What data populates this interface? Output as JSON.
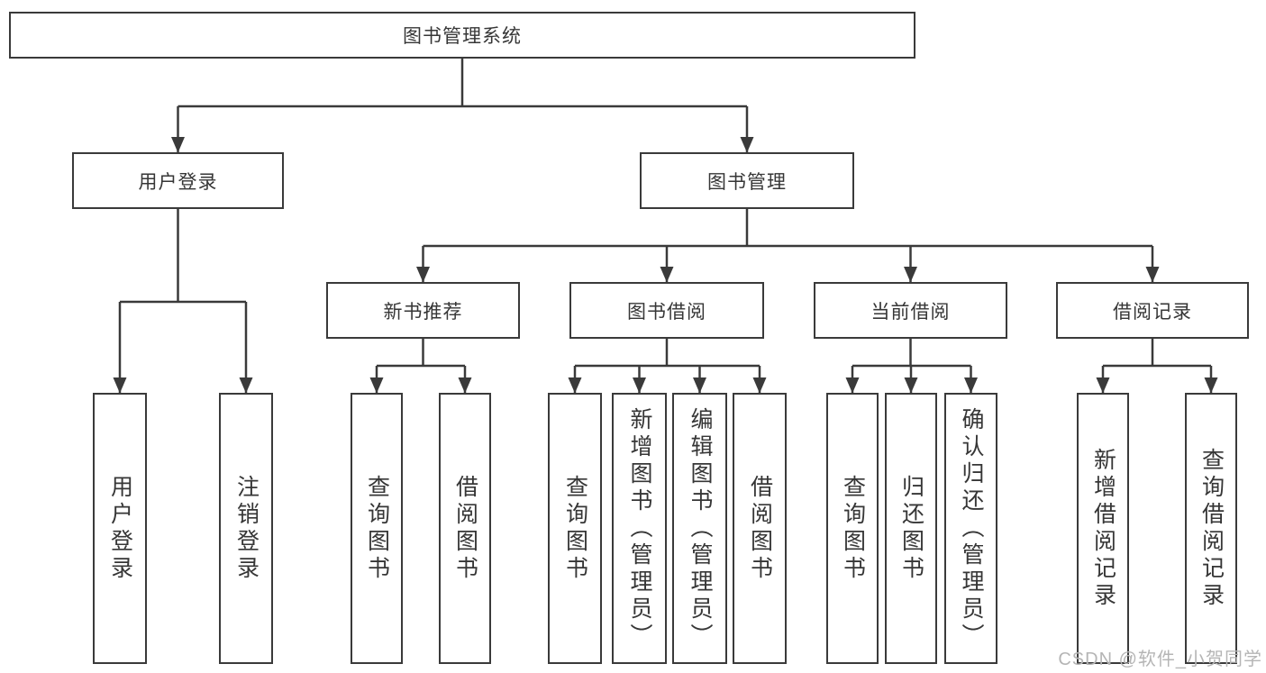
{
  "tree": {
    "label": "图书管理系统",
    "children": [
      {
        "label": "用户登录",
        "children": [
          {
            "label": "用户登录"
          },
          {
            "label": "注销登录"
          }
        ]
      },
      {
        "label": "图书管理",
        "children": [
          {
            "label": "新书推荐",
            "children": [
              {
                "label": "查询图书"
              },
              {
                "label": "借阅图书"
              }
            ]
          },
          {
            "label": "图书借阅",
            "children": [
              {
                "label": "查询图书"
              },
              {
                "label": "新增图书（管理员）"
              },
              {
                "label": "编辑图书（管理员）"
              },
              {
                "label": "借阅图书"
              }
            ]
          },
          {
            "label": "当前借阅",
            "children": [
              {
                "label": "查询图书"
              },
              {
                "label": "归还图书"
              },
              {
                "label": "确认归还（管理员）"
              }
            ]
          },
          {
            "label": "借阅记录",
            "children": [
              {
                "label": "新增借阅记录"
              },
              {
                "label": "查询借阅记录"
              }
            ]
          }
        ]
      }
    ]
  },
  "watermark": {
    "text": "CSDN @软件_小贺同学"
  },
  "colors": {
    "line": "#3a3a3a",
    "box_border": "#3a3a3a",
    "text": "#363636",
    "watermark": "#b5b5b5",
    "background": "#ffffff"
  }
}
